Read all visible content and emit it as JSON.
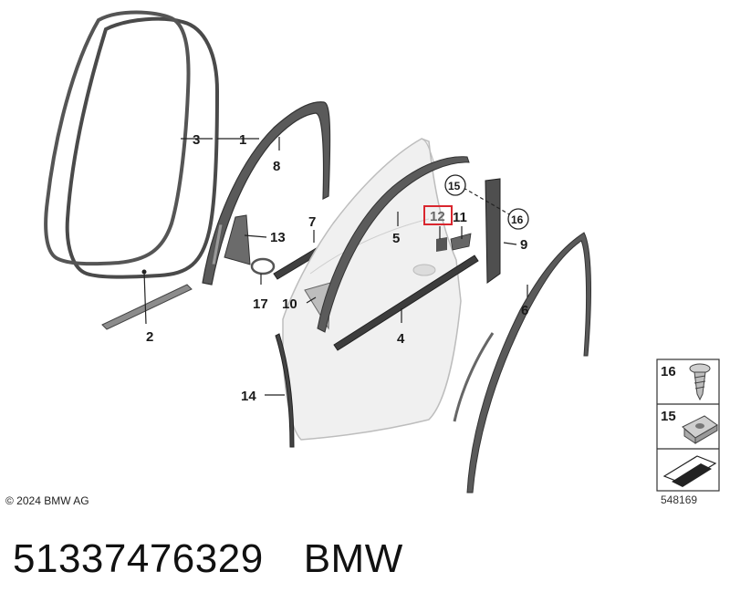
{
  "diagram": {
    "callouts": {
      "c1": "1",
      "c2": "2",
      "c3": "3",
      "c4": "4",
      "c5": "5",
      "c6": "6",
      "c7": "7",
      "c8": "8",
      "c9": "9",
      "c10": "10",
      "c11": "11",
      "c12": "12",
      "c13": "13",
      "c14": "14",
      "c15": "15",
      "c16": "16",
      "c17": "17"
    },
    "highlighted_callout": "12",
    "highlight_color": "#d9262e",
    "legend": {
      "item1": "16",
      "item2": "15"
    }
  },
  "copyright": "© 2024 BMW AG",
  "diagram_number": "548169",
  "footer": {
    "part_number": "51337476329",
    "brand": "BMW"
  }
}
